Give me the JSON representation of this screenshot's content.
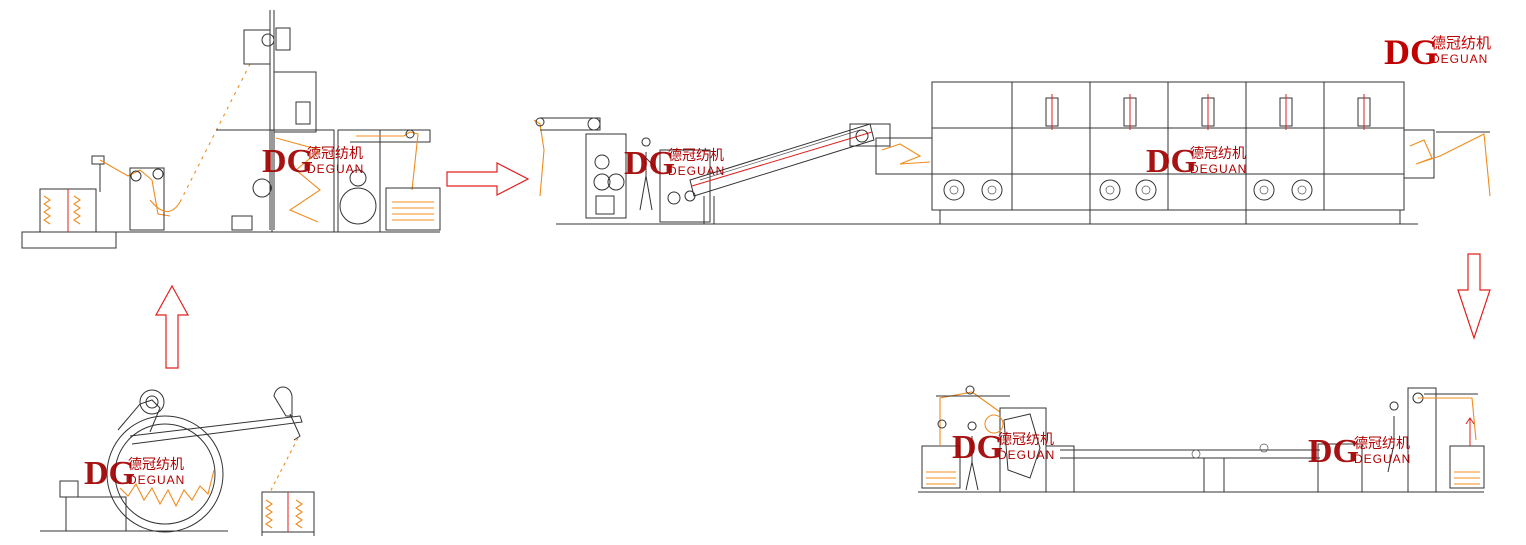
{
  "brand": {
    "letters": "DG",
    "chinese": "德冠纺机",
    "english": "DEGUAN",
    "color": "#c00000"
  },
  "colors": {
    "line": "#333333",
    "fabric": "#f08c1e",
    "arrow": "#e0201e"
  },
  "flow_arrows": [
    {
      "direction": "up"
    },
    {
      "direction": "right"
    },
    {
      "direction": "down"
    }
  ]
}
